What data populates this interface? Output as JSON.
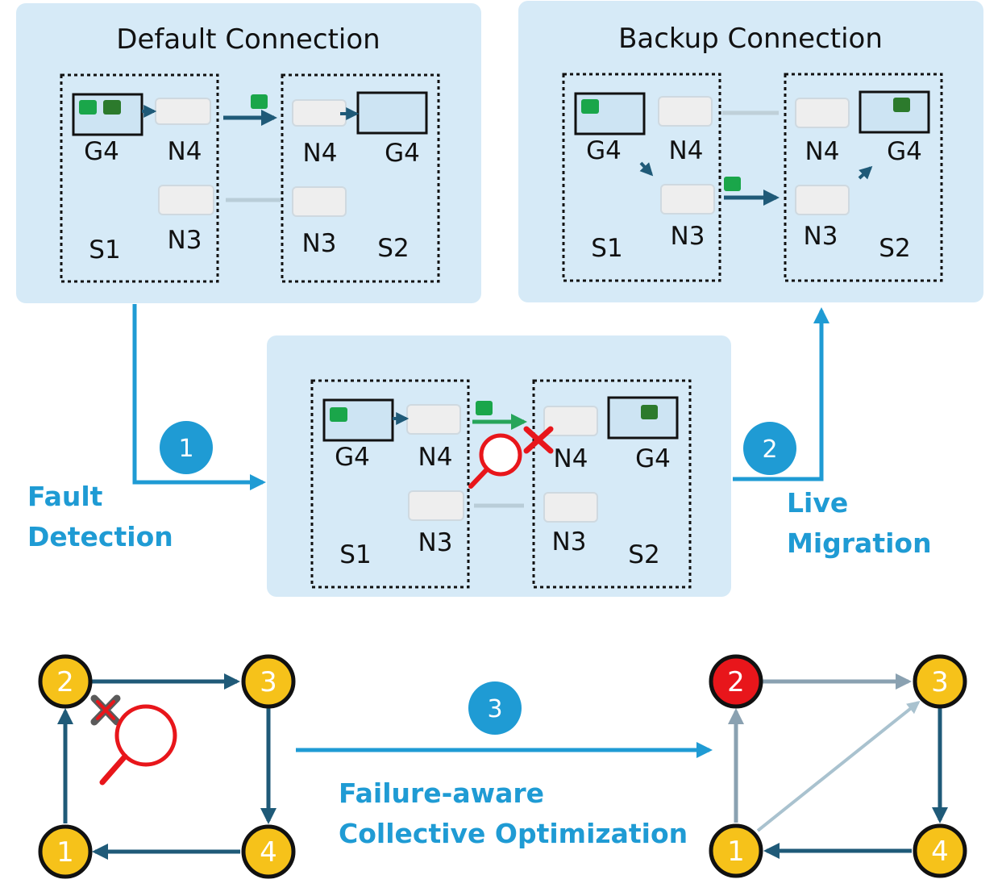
{
  "panels": {
    "default": {
      "title": "Default Connection",
      "s1": {
        "name": "S1",
        "g4": "G4",
        "n4": "N4",
        "n3": "N3"
      },
      "s2": {
        "name": "S2",
        "g4": "G4",
        "n4": "N4",
        "n3": "N3"
      }
    },
    "backup": {
      "title": "Backup Connection",
      "s1": {
        "name": "S1",
        "g4": "G4",
        "n4": "N4",
        "n3": "N3"
      },
      "s2": {
        "name": "S2",
        "g4": "G4",
        "n4": "N4",
        "n3": "N3"
      }
    },
    "fault": {
      "s1": {
        "name": "S1",
        "g4": "G4",
        "n4": "N4",
        "n3": "N3"
      },
      "s2": {
        "name": "S2",
        "g4": "G4",
        "n4": "N4",
        "n3": "N3"
      }
    }
  },
  "steps": {
    "fault_detection": {
      "number": "1",
      "caption_line1": "Fault",
      "caption_line2": "Detection"
    },
    "live_migration": {
      "number": "2",
      "caption_line1": "Live",
      "caption_line2": "Migration"
    },
    "optimization": {
      "number": "3",
      "caption_line1": "Failure-aware",
      "caption_line2": "Collective Optimization"
    }
  },
  "graph_before": {
    "nodes": [
      "1",
      "2",
      "3",
      "4"
    ]
  },
  "graph_after": {
    "nodes": [
      "1",
      "2",
      "3",
      "4"
    ]
  },
  "colors": {
    "panel_bg": "#d6eaf7",
    "accent": "#1f9bd4",
    "arrow_dark": "#1f5a78",
    "arrow_gray": "#8aa1b1",
    "node_yellow": "#f6c21a",
    "node_failed": "#e8161b",
    "chip_green": "#1aa64a",
    "chip_dark_green": "#2c7a2c",
    "fault_red": "#e8161b"
  }
}
